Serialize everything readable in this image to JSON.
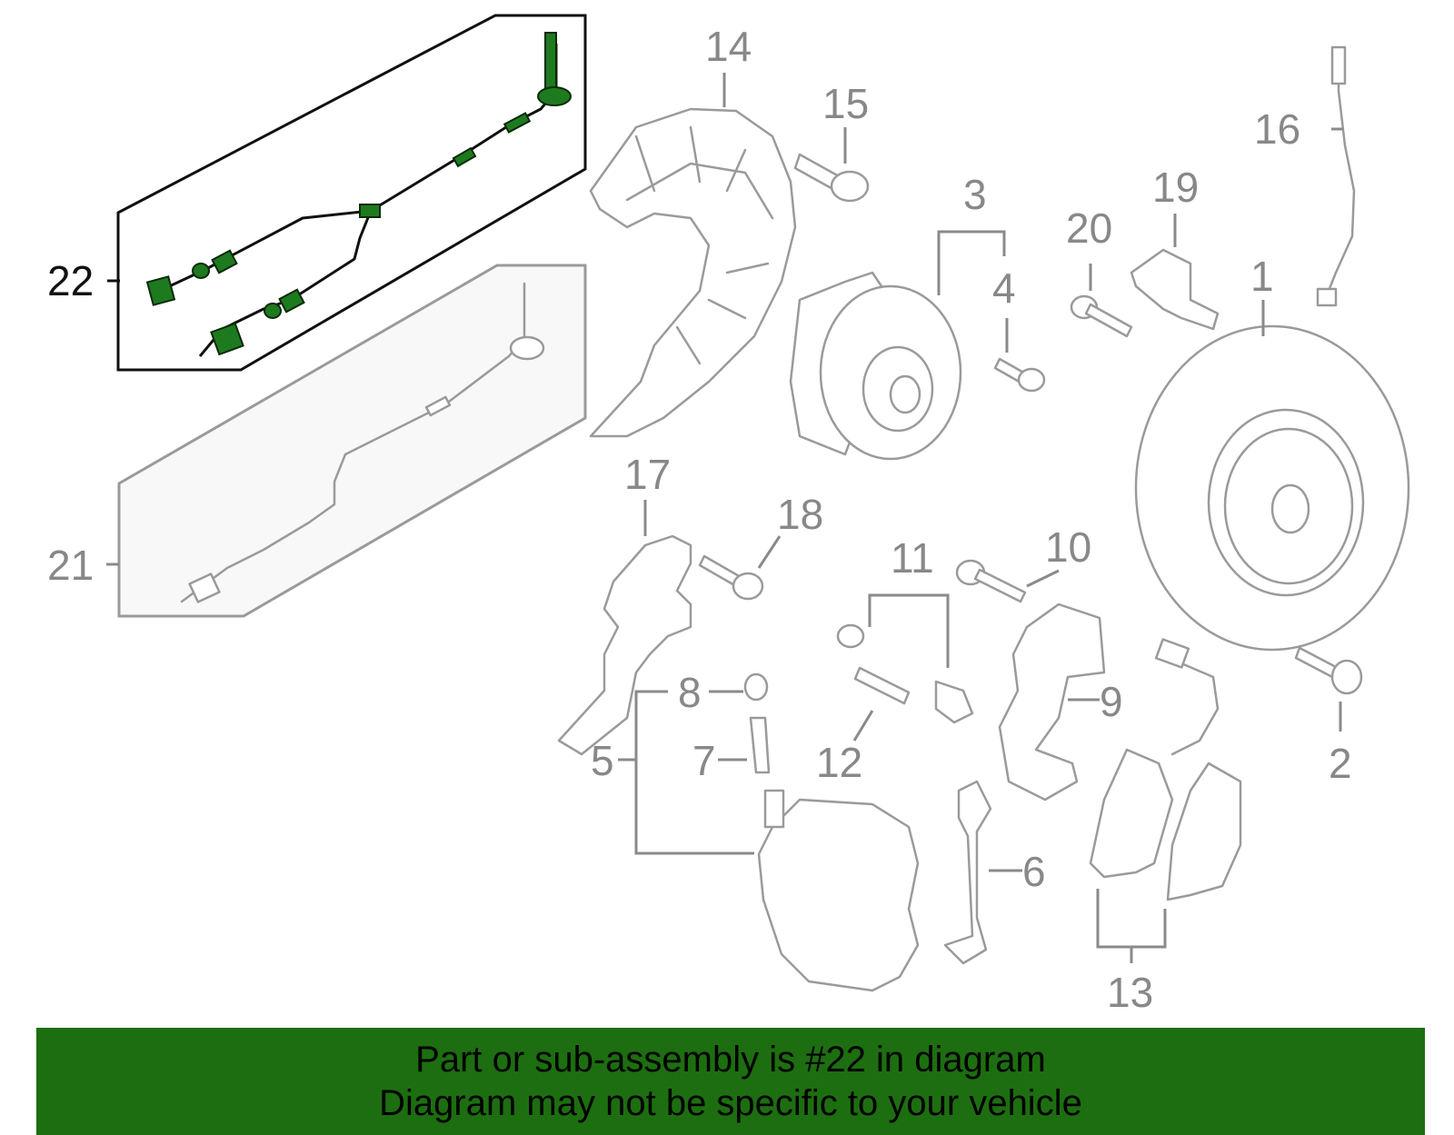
{
  "callouts": {
    "c1": "1",
    "c2": "2",
    "c3": "3",
    "c4": "4",
    "c5": "5",
    "c6": "6",
    "c7": "7",
    "c8": "8",
    "c9": "9",
    "c10": "10",
    "c11": "11",
    "c12": "12",
    "c13": "13",
    "c14": "14",
    "c15": "15",
    "c16": "16",
    "c17": "17",
    "c18": "18",
    "c19": "19",
    "c20": "20",
    "c21": "21",
    "c22": "22"
  },
  "highlight": {
    "part_number": "22",
    "color": "#1e7a1e"
  },
  "banner": {
    "line1": "Part or sub-assembly is #22 in diagram",
    "line2": "Diagram may not be specific to your vehicle",
    "background": "#1d6e10"
  }
}
